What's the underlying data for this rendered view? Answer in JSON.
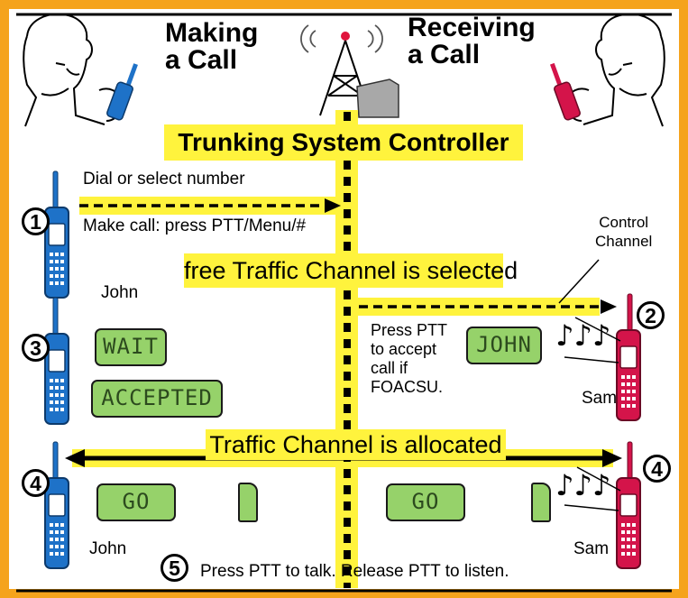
{
  "titles": {
    "making": "Making\na Call",
    "receiving": "Receiving\na Call"
  },
  "controller": "Trunking System Controller",
  "step1": {
    "number": "1",
    "dial": "Dial or select number",
    "make": "Make call: press PTT/Menu/#"
  },
  "caller_name": "John",
  "callee_name": "Sam",
  "control_channel": "Control\nChannel",
  "free_channel": "free Traffic Channel is selected",
  "step2": {
    "number": "2",
    "instruction": "Press PTT\nto accept\ncall if\nFOACSU.",
    "display": "JOHN"
  },
  "step3": {
    "number": "3",
    "display_wait": "WAIT",
    "display_accepted": "ACCEPTED"
  },
  "allocated": "Traffic Channel is allocated",
  "step4": {
    "number": "4",
    "display_left": "GO",
    "display_right": "GO"
  },
  "step5": {
    "number": "5",
    "text": "Press PTT to talk. Release PTT to listen."
  },
  "colors": {
    "border": "#f5a31c",
    "highlight": "#fff33d",
    "lcd": "#96d26a",
    "caller_radio": "#1e72c8",
    "callee_radio": "#d4144a"
  },
  "icons": [
    "person-left-icon",
    "person-right-icon",
    "radio-tower-icon",
    "blue-radio-icon",
    "red-radio-icon",
    "music-notes-icon"
  ]
}
